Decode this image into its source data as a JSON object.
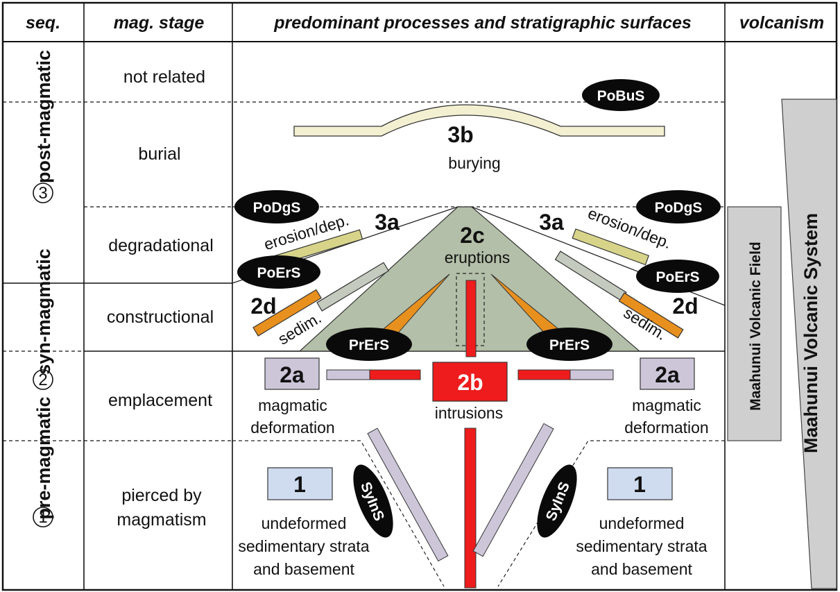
{
  "header": {
    "seq": "seq.",
    "mag_stage": "mag. stage",
    "processes": "predominant processes and stratigraphic surfaces",
    "volcanism": "volcanism"
  },
  "stages": {
    "not_related": "not related",
    "burial": "burial",
    "degradational": "degradational",
    "constructional": "constructional",
    "emplacement": "emplacement",
    "pierced_1": "pierced by",
    "pierced_2": "magmatism"
  },
  "sequences": {
    "post": {
      "num": "3",
      "label": "post-magmatic"
    },
    "syn": {
      "num": "2",
      "label": "syn-magmatic"
    },
    "pre": {
      "num": "1",
      "label": "pre-magmatic"
    }
  },
  "surfaces": {
    "pobus": "PoBuS",
    "podgs": "PoDgS",
    "poers": "PoErS",
    "prers": "PrErS",
    "syins": "SyInS"
  },
  "processes": {
    "p3b": "3b",
    "burying": "burying",
    "p3a": "3a",
    "erosion": "erosion/dep.",
    "p2c": "2c",
    "eruptions": "eruptions",
    "p2d": "2d",
    "sedim": "sedim.",
    "p2a": "2a",
    "magmatic": "magmatic",
    "deformation": "deformation",
    "p2b": "2b",
    "intrusions": "intrusions",
    "p1": "1",
    "undeformed": "undeformed",
    "sedimentary": "sedimentary strata",
    "basement": "and basement"
  },
  "volcanism": {
    "field": "Maahunui Volcanic Field",
    "system": "Maahunui Volcanic System"
  },
  "colors": {
    "cone": "#b3bfa8",
    "red": "#ee1c1c",
    "orange": "#e8901e",
    "lavender": "#cdc6d9",
    "blue": "#cfdcef",
    "yellow": "#d7d48a",
    "cream": "#f3f0d2",
    "gray": "#cfcfcf",
    "graygreen": "#c4cbbe"
  }
}
